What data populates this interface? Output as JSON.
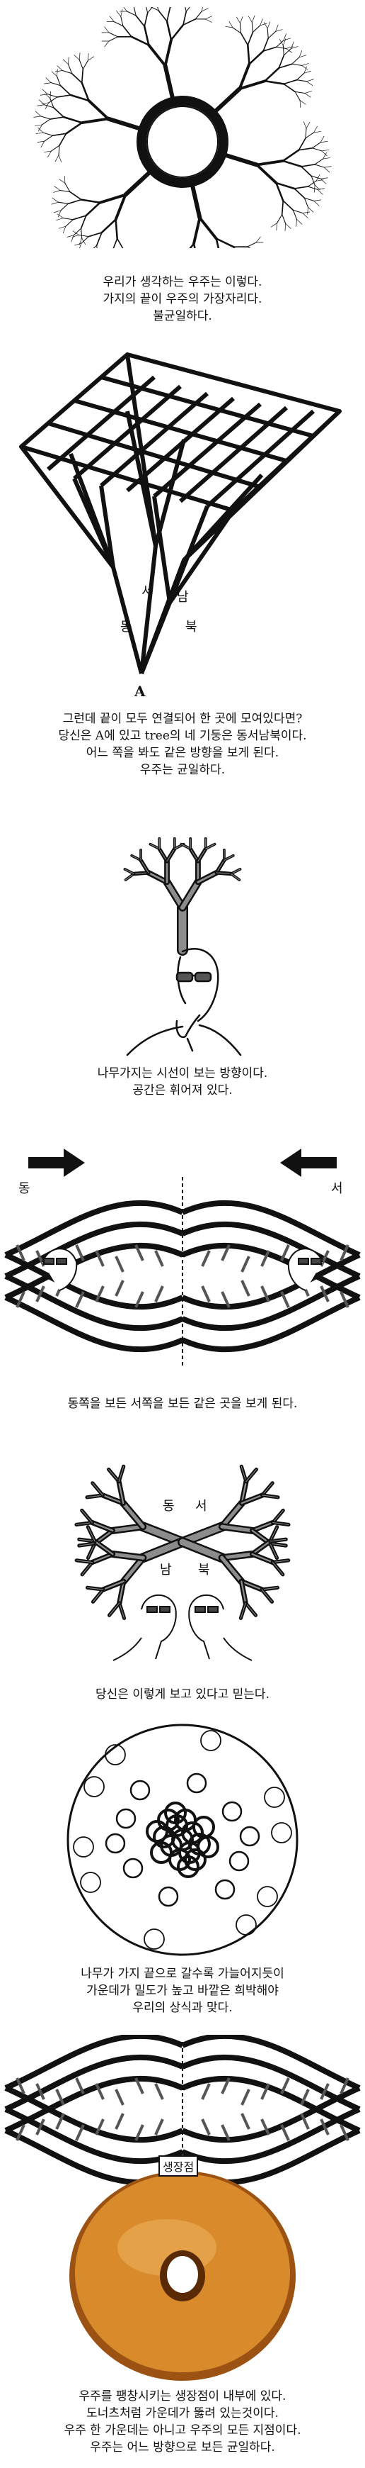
{
  "panel1": {
    "caption": [
      "우리가 생각하는 우주는 이렇다.",
      "가지의 끝이 우주의 가장자리다.",
      "불균일하다."
    ]
  },
  "panel2": {
    "labels": {
      "west": "서",
      "south": "남",
      "east": "동",
      "north": "북",
      "a": "A"
    },
    "caption": [
      "그런데 끝이 모두 연결되어 한 곳에 모여있다면?",
      "당신은 A에 있고 tree의 네 기둥은 동서남북이다.",
      "어느 쪽을 봐도 같은 방향을 보게 된다.",
      "우주는 균일하다."
    ]
  },
  "panel3": {
    "caption": [
      "나무가지는 시선이 보는 방향이다.",
      "공간은 휘어져 있다."
    ]
  },
  "panel4": {
    "labels": {
      "east": "동",
      "west": "서"
    },
    "caption": [
      "동쪽을 보든 서쪽을 보든 같은 곳을 보게 된다."
    ]
  },
  "panel5": {
    "labels": {
      "east": "동",
      "west": "서",
      "south": "남",
      "north": "북"
    },
    "caption": [
      "당신은 이렇게 보고 있다고 믿는다."
    ]
  },
  "panel6": {
    "caption": [
      "나무가 가지 끝으로 갈수록 가늘어지듯이",
      "가운데가 밀도가 높고 바깥은 희박해야",
      "우리의 상식과 맞다."
    ]
  },
  "panel7": {
    "badge": "생장점",
    "caption": [
      "우주를 팽창시키는 생장점이 내부에 있다.",
      "도너츠처럼 가운데가 뚫려 있는것이다.",
      "우주 한 가운데는 아니고 우주의 모든 지점이다.",
      "우주는 어느 방향으로 보든 균일하다."
    ]
  },
  "colors": {
    "ink": "#111111",
    "trunk_fill": "#8c8c8c",
    "donut_glaze": "#d98a2b",
    "donut_dark": "#9c5212"
  }
}
